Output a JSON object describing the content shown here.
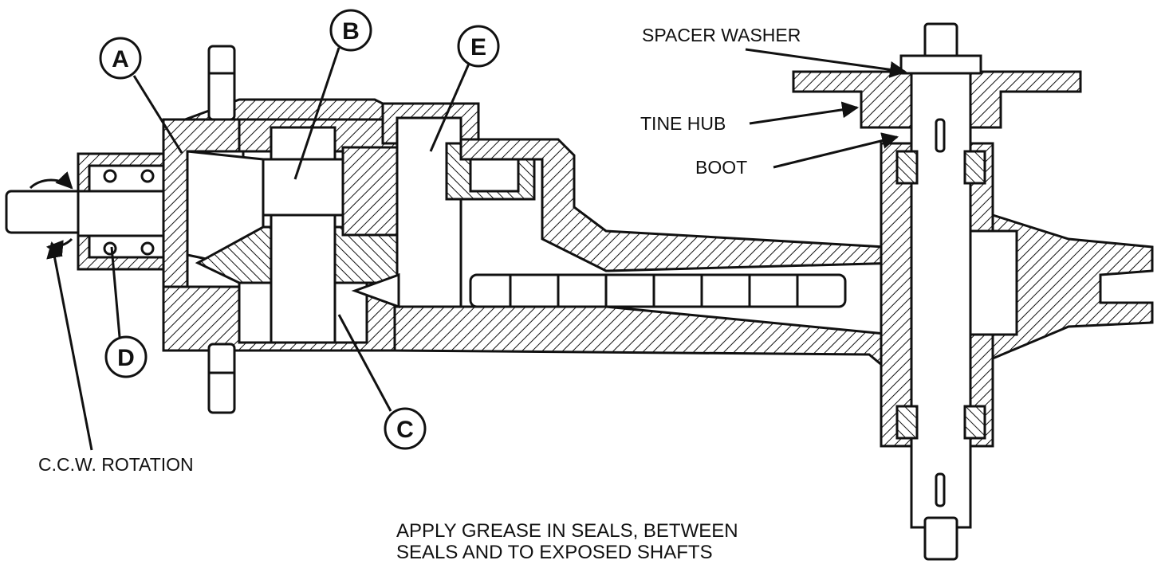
{
  "labels": {
    "spacer_washer": "SPACER WASHER",
    "tine_hub": "TINE HUB",
    "boot": "BOOT",
    "ccw_rotation": "C.C.W. ROTATION"
  },
  "callouts": [
    "A",
    "B",
    "C",
    "D",
    "E"
  ],
  "note": {
    "line1": "APPLY GREASE IN SEALS, BETWEEN",
    "line2": "SEALS AND TO EXPOSED SHAFTS"
  },
  "colors": {
    "ink": "#111111",
    "paper": "#ffffff"
  }
}
